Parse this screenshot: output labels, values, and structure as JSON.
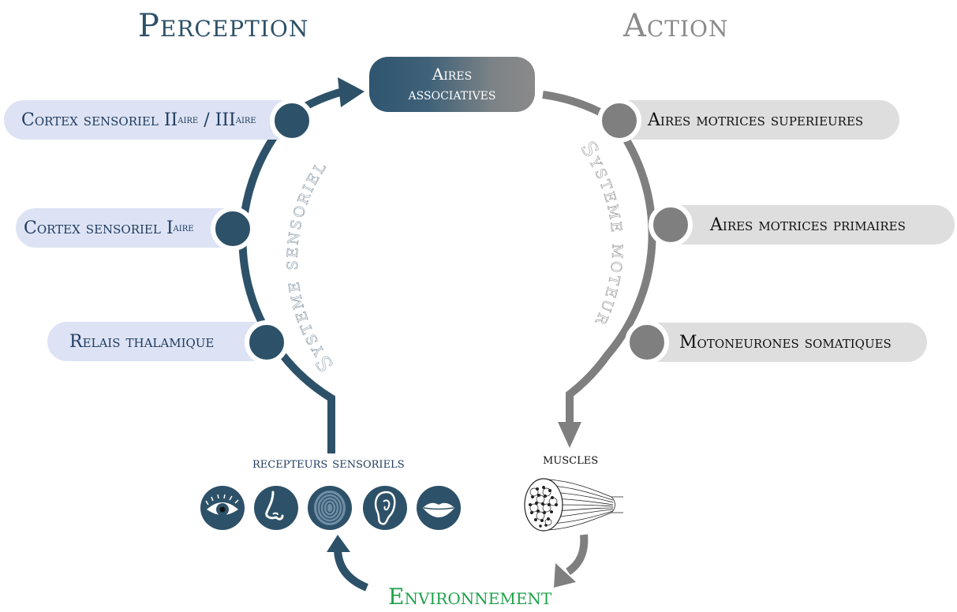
{
  "headings": {
    "left": "Perception",
    "right": "Action"
  },
  "center": {
    "line1": "Aires",
    "line2": "associatives"
  },
  "left_items": [
    {
      "main": "Cortex sensoriel II",
      "sup": "aire",
      "sep": " / ",
      "main2": "III",
      "sup2": "aire"
    },
    {
      "main": "Cortex sensoriel I",
      "sup": "aire"
    },
    {
      "main": "Relais thalamique"
    }
  ],
  "right_items": [
    {
      "label": "Aires motrices superieures"
    },
    {
      "label": "Aires motrices primaires"
    },
    {
      "label": "Motoneurones somatiques"
    }
  ],
  "arc_labels": {
    "left": "Systeme sensoriel",
    "right": "Systeme moteur"
  },
  "bottom": {
    "receptors": "recepteurs sensoriels",
    "muscles": "muscles",
    "environment": "Environnement"
  },
  "receptor_icons": [
    "eye-icon",
    "nose-icon",
    "fingerprint-icon",
    "ear-icon",
    "lips-icon"
  ],
  "colors": {
    "blue": "#2d5168",
    "gray": "#7f7f7f",
    "green": "#1fa24a",
    "blue_pill": "#dde3f4",
    "gray_pill": "#dedede"
  }
}
